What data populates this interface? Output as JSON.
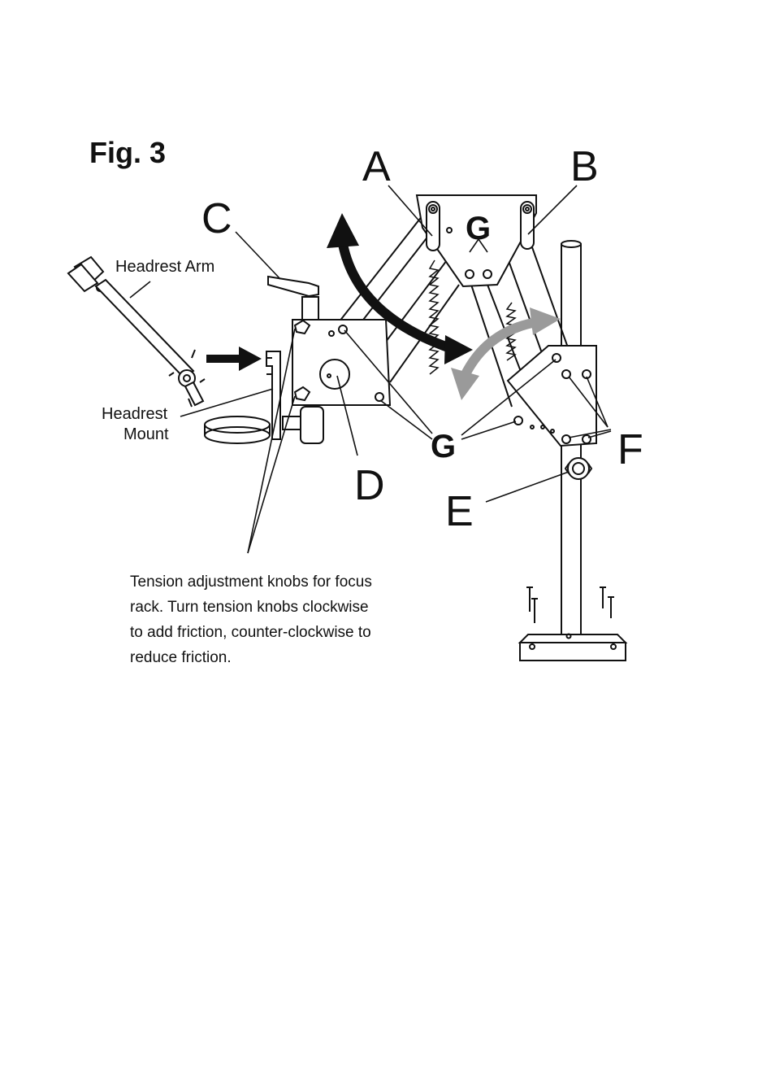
{
  "figure": {
    "title": "Fig. 3",
    "labels": {
      "a": "A",
      "b": "B",
      "c": "C",
      "d": "D",
      "e": "E",
      "f": "F",
      "g": "G",
      "headrest_arm": "Headrest Arm",
      "headrest_mount_line1": "Headrest",
      "headrest_mount_line2": "Mount"
    },
    "caption_lines": [
      "Tension adjustment knobs for focus",
      "rack. Turn tension knobs clockwise",
      "to add friction, counter-clockwise to",
      "reduce friction."
    ],
    "colors": {
      "ink": "#111111",
      "gray_arrow": "#9a9a9a",
      "background": "#ffffff"
    }
  }
}
